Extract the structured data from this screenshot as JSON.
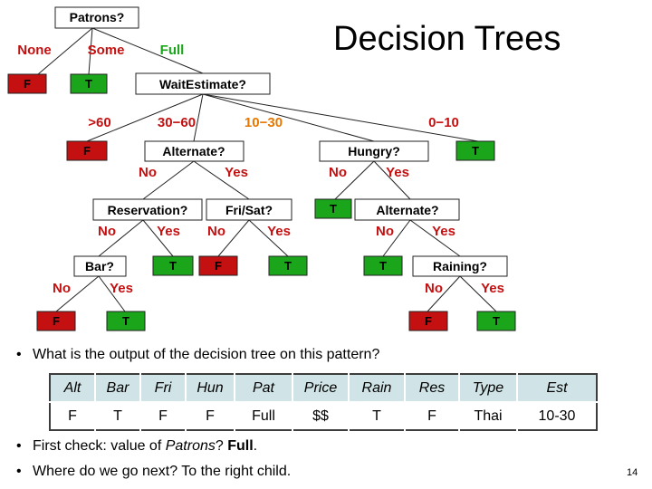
{
  "title": "Decision Trees",
  "tree": {
    "colors": {
      "leaf_true": "#1aa51a",
      "leaf_false": "#c41010",
      "edge_label": "#c41010",
      "edge_label_alt": "#e67700",
      "node_fill": "#ffffff",
      "node_border": "#222222"
    },
    "nodes": {
      "patrons": "Patrons?",
      "wait_estimate": "WaitEstimate?",
      "alternate_1": "Alternate?",
      "hungry": "Hungry?",
      "reservation": "Reservation?",
      "fri_sat": "Fri/Sat?",
      "alternate_2": "Alternate?",
      "bar": "Bar?",
      "raining": "Raining?"
    },
    "leaves": {
      "none_leaf": "F",
      "some_leaf": "T",
      "wait_gt60_leaf": "F",
      "wait_0_10_leaf": "T",
      "hungry_no_leaf": "T",
      "reservation_yes_leaf": "T",
      "fri_sat_no_leaf": "F",
      "fri_sat_yes_leaf": "T",
      "alternate2_no_leaf": "T",
      "bar_no_leaf": "F",
      "bar_yes_leaf": "T",
      "raining_no_leaf": "F",
      "raining_yes_leaf": "T"
    },
    "edge_labels": {
      "none": "None",
      "some": "Some",
      "full": "Full",
      "gt60": ">60",
      "30_60": "30−60",
      "10_30": "10−30",
      "0_10": "0−10",
      "alt1_no": "No",
      "alt1_yes": "Yes",
      "hungry_no": "No",
      "hungry_yes": "Yes",
      "res_no": "No",
      "res_yes": "Yes",
      "frisat_no": "No",
      "frisat_yes": "Yes",
      "alt2_no": "No",
      "alt2_yes": "Yes",
      "bar_no": "No",
      "bar_yes": "Yes",
      "rain_no": "No",
      "rain_yes": "Yes"
    }
  },
  "bullets": {
    "question": "What is the output of the decision tree on this pattern?",
    "first_check_prefix": "First check: value of ",
    "first_check_attr": "Patrons",
    "first_check_mid": "? ",
    "first_check_value": "Full",
    "first_check_end": ".",
    "next": "Where do we go next? To the right child."
  },
  "pattern_table": {
    "headers": [
      "Alt",
      "Bar",
      "Fri",
      "Hun",
      "Pat",
      "Price",
      "Rain",
      "Res",
      "Type",
      "Est"
    ],
    "values": [
      "F",
      "T",
      "F",
      "F",
      "Full",
      "$$",
      "T",
      "F",
      "Thai",
      "10-30"
    ]
  },
  "page_number": "14"
}
